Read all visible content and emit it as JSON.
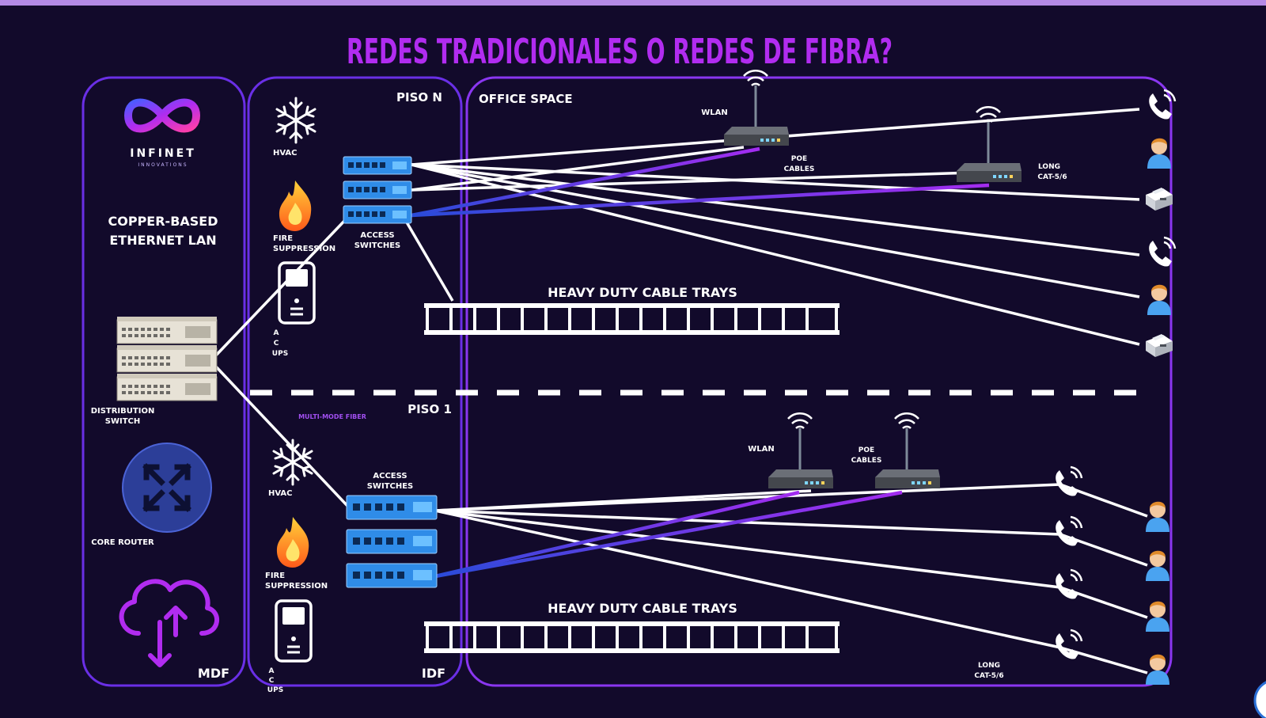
{
  "title": "REDES TRADICIONALES O REDES DE FIBRA?",
  "logo": {
    "name": "INFINET",
    "tagline": "INNOVATIONS",
    "icon": "infinity-logo"
  },
  "panels": {
    "mdf": {
      "label": "MDF",
      "heading_line1": "COPPER-BASED",
      "heading_line2": "ETHERNET LAN"
    },
    "idf": {
      "label": "IDF",
      "floor_n": "PISO N",
      "floor_1": "PISO 1"
    },
    "office": {
      "label": "OFFICE SPACE"
    }
  },
  "labels": {
    "hvac": "HVAC",
    "fire_line1": "FIRE",
    "fire_line2": "SUPPRESSION",
    "ups_a": "A",
    "ups_c": "C",
    "ups_ups": "UPS",
    "access_line1": "ACCESS",
    "access_line2": "SWITCHES",
    "distribution_line1": "DISTRIBUTION",
    "distribution_line2": "SWITCH",
    "core_router": "CORE ROUTER",
    "multimode_fiber": "MULTI-MODE FIBER",
    "cable_trays": "HEAVY DUTY CABLE TRAYS",
    "wlan": "WLAN",
    "poe_line1": "POE",
    "poe_line2": "CABLES",
    "long_line1": "LONG",
    "long_line2": "CAT-5/6"
  },
  "colors": {
    "background": "#120a2b",
    "panel_border": "#7b2ff0",
    "title": "#b12cf0",
    "fiber": "#8a2be2",
    "copper": "#ffffff",
    "switch": "#2f8ce8"
  },
  "icons": [
    "snowflake-icon",
    "flame-icon",
    "ups-icon",
    "router-icon",
    "cloud-sync-icon",
    "phone-icon",
    "user-icon",
    "printer-icon",
    "wifi-icon"
  ]
}
